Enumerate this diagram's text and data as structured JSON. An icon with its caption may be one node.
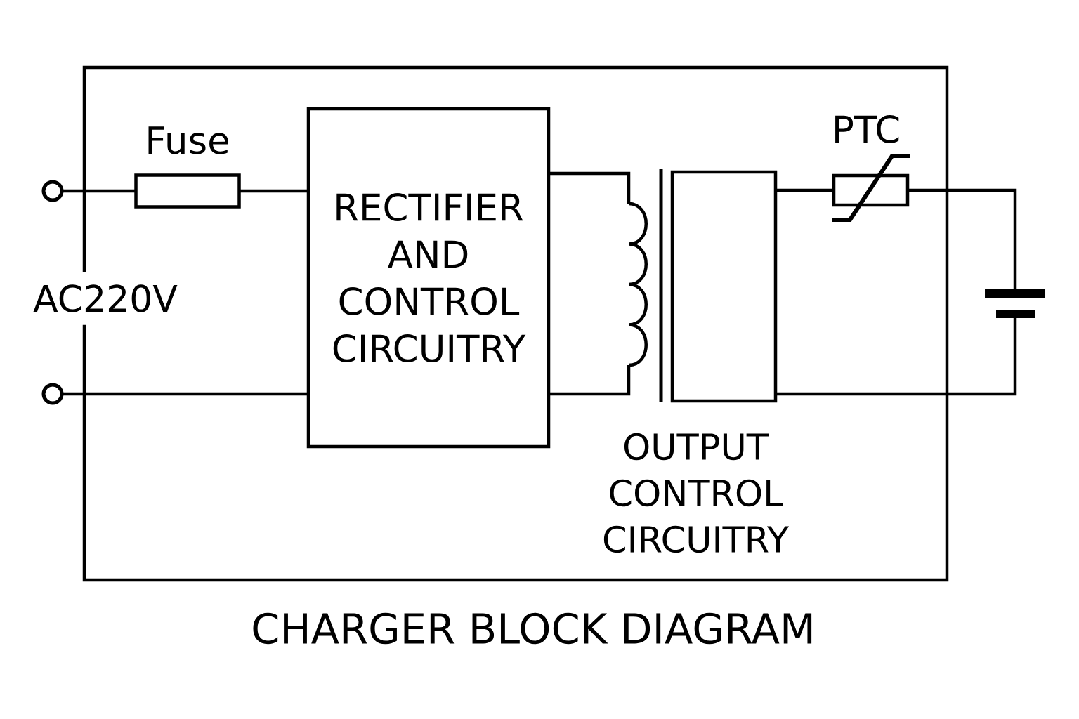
{
  "diagram": {
    "title": "CHARGER BLOCK DIAGRAM",
    "nodes": [
      {
        "text": [],
        "shape": "box"
      },
      {
        "text": [],
        "shape": "circle"
      },
      {
        "text": [],
        "shape": "circle"
      },
      {
        "text": [],
        "shape": "box",
        "in": 0
      },
      {
        "text": [
          "RECTIFIER AND CONTROL CIRCUITRY"
        ],
        "in": 0
      },
      {
        "text": [],
        "shape": "coil",
        "in": 0
      },
      {
        "text": [],
        "shape": "box",
        "in": 0
      },
      {
        "text": [],
        "shape": "thermistor",
        "in": 0
      },
      {
        "text": [],
        "shape": "battery"
      }
    ],
    "edges": [
      {
        "from": 1,
        "to": 3,
        "arrow": "none"
      },
      {
        "from": 3,
        "to": 4,
        "arrow": "none"
      },
      {
        "from": 2,
        "to": 4,
        "arrow": "none"
      },
      {
        "from": 4,
        "to": 5,
        "arrow": "none"
      },
      {
        "from": 4,
        "to": 5,
        "arrow": "none"
      },
      {
        "from": 6,
        "to": 7,
        "arrow": "none"
      },
      {
        "from": 7,
        "to": 8,
        "arrow": "none"
      },
      {
        "from": 6,
        "to": 8,
        "arrow": "none"
      }
    ],
    "labels": [
      "Fuse",
      "PTC",
      "AC220V",
      "OUTPUT CONTROL CIRCUITRY"
    ]
  }
}
